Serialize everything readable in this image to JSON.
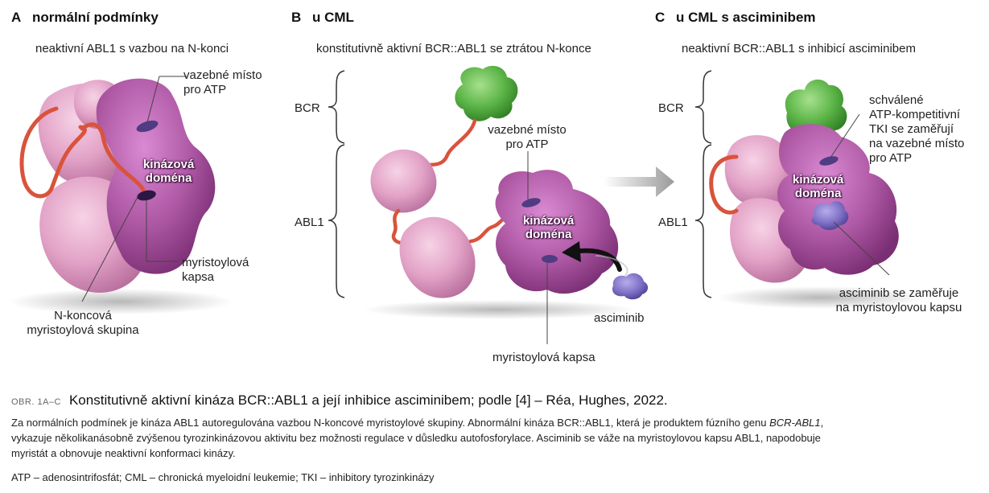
{
  "panels": {
    "a": {
      "letter": "A",
      "title": "normální podmínky",
      "subtitle": "neaktivní ABL1 s vazbou na N-konci"
    },
    "b": {
      "letter": "B",
      "title": "u CML",
      "subtitle": "konstitutivně aktivní BCR::ABL1 se ztrátou N-konce"
    },
    "c": {
      "letter": "C",
      "title": "u CML s asciminibem",
      "subtitle": "neaktivní BCR::ABL1 s inhibicí asciminibem"
    }
  },
  "labels": {
    "a_atp_1": "vazebné místo",
    "a_atp_2": "pro ATP",
    "a_domain_1": "kinázová",
    "a_domain_2": "doména",
    "a_pocket_1": "myristoylová",
    "a_pocket_2": "kapsa",
    "a_nterm_1": "N-koncová",
    "a_nterm_2": "myristoylová skupina",
    "b_bcr": "BCR",
    "b_abl1": "ABL1",
    "b_atp_1": "vazebné místo",
    "b_atp_2": "pro ATP",
    "b_domain_1": "kinázová",
    "b_domain_2": "doména",
    "b_asciminib": "asciminib",
    "b_pocket": "myristoylová kapsa",
    "c_bcr": "BCR",
    "c_abl1": "ABL1",
    "c_tki_1": "schválené",
    "c_tki_2": "ATP-kompetitivní",
    "c_tki_3": "TKI se zaměřují",
    "c_tki_4": "na vazebné místo",
    "c_tki_5": "pro ATP",
    "c_domain_1": "kinázová",
    "c_domain_2": "doména",
    "c_ascim_1": "asciminib se zaměřuje",
    "c_ascim_2": "na myristoylovou kapsu"
  },
  "caption": {
    "code": "OBR. 1A–C",
    "title": "Konstitutivně aktivní kináza BCR::ABL1 a její inhibice asciminibem; podle [4] – Réa, Hughes, 2022.",
    "body_1": "Za normálních podmínek je kináza ABL1 autoregulována vazbou N-koncové myristoylové skupiny. Abnormální kináza BCR::ABL1, která je produktem fúzního genu ",
    "body_gene": "BCR-ABL1",
    "body_2": ",",
    "body_3": "vykazuje několikanásobně zvýšenou tyrozinkinázovou aktivitu bez možnosti regulace v důsledku autofosforylace. Asciminib se váže na myristoylovou kapsu ABL1, napodobuje",
    "body_4": "myristát a obnovuje neaktivní konformaci kinázy.",
    "abbr": "ATP – adenosintrifosfát; CML – chronická myeloidní leukemie; TKI – inhibitory tyrozinkinázy"
  },
  "colors": {
    "light_pink": "#e6a7c9",
    "dark_magenta": "#b25ba8",
    "linker_red": "#d9533c",
    "bcr_green": "#5cb548",
    "asciminib_violet": "#7e6fc4",
    "arrow_gray": "#9e9e9e"
  }
}
